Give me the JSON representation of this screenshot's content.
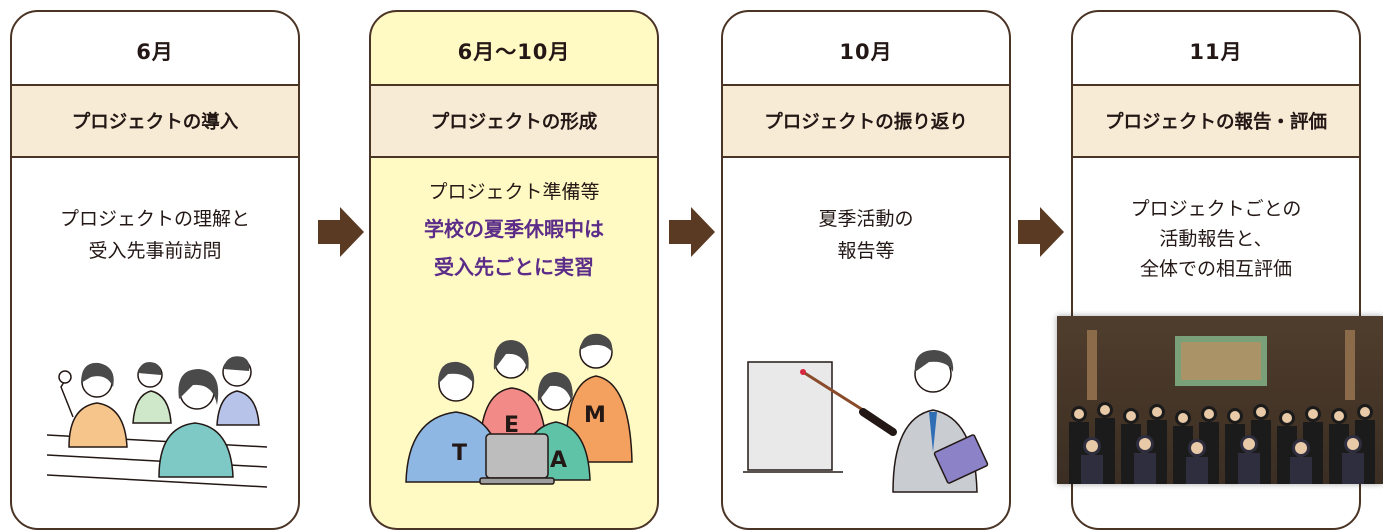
{
  "steps": [
    {
      "month": "6月",
      "title": "プロジェクトの導入",
      "lines": [
        "プロジェクトの理解と",
        "受入先事前訪問"
      ],
      "illustration": "students-raising-hands"
    },
    {
      "month": "6月〜10月",
      "title": "プロジェクトの形成",
      "lines": [
        "プロジェクト準備等"
      ],
      "accent_lines": [
        "学校の夏季休暇中は",
        "受入先ごとに実習"
      ],
      "illustration": "team-with-laptop",
      "team_letters": [
        "T",
        "E",
        "A",
        "M"
      ]
    },
    {
      "month": "10月",
      "title": "プロジェクトの振り返り",
      "lines": [
        "夏季活動の",
        "報告等"
      ],
      "illustration": "presenter-with-pointer"
    },
    {
      "month": "11月",
      "title": "プロジェクトの報告・評価",
      "lines": [
        "プロジェクトごとの",
        "活動報告と、",
        "全体での相互評価"
      ],
      "illustration": "group-photo"
    }
  ],
  "colors": {
    "border": "#4a3426",
    "band": "#f7ebd6",
    "highlight": "#fff9c4",
    "accent": "#5b2c88",
    "arrow": "#5a3a22"
  }
}
